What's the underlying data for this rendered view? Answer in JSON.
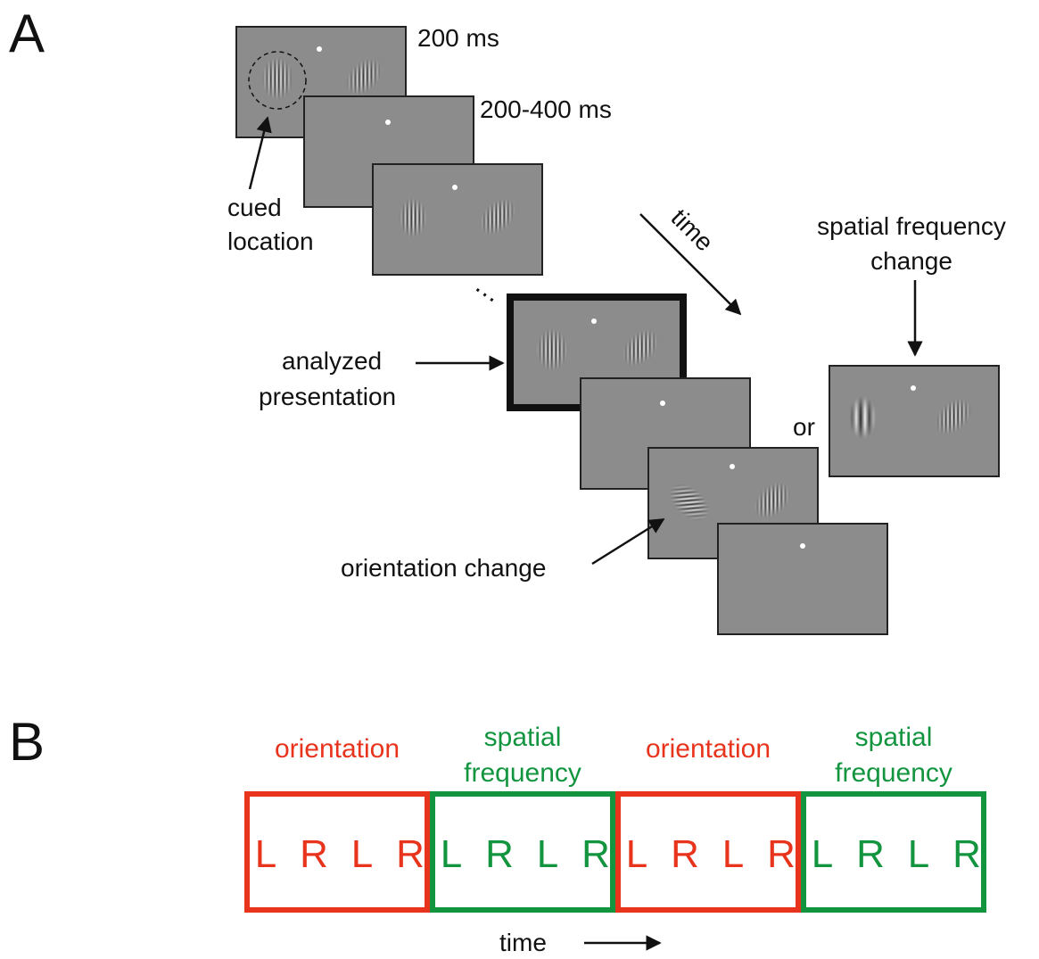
{
  "panel_a": {
    "letter": "A",
    "timing_first": "200 ms",
    "timing_interval": "200-400 ms",
    "cued_location_line1": "cued",
    "cued_location_line2": "location",
    "time_label": "time",
    "analyzed_line1": "analyzed",
    "analyzed_line2": "presentation",
    "or_label": "or",
    "spatial_change_line1": "spatial frequency",
    "spatial_change_line2": "change",
    "orientation_change": "orientation change",
    "ellipsis": "…"
  },
  "panel_b": {
    "letter": "B",
    "colors": {
      "orientation": "#e8341c",
      "spatial": "#139540"
    },
    "blocks": [
      {
        "type": "orientation",
        "header": [
          "orientation"
        ],
        "letters": [
          "L",
          "R",
          "L",
          "R"
        ]
      },
      {
        "type": "spatial",
        "header": [
          "spatial",
          "frequency"
        ],
        "letters": [
          "L",
          "R",
          "L",
          "R"
        ]
      },
      {
        "type": "orientation",
        "header": [
          "orientation"
        ],
        "letters": [
          "L",
          "R",
          "L",
          "R"
        ]
      },
      {
        "type": "spatial",
        "header": [
          "spatial",
          "frequency"
        ],
        "letters": [
          "L",
          "R",
          "L",
          "R"
        ]
      }
    ],
    "time_label": "time"
  }
}
